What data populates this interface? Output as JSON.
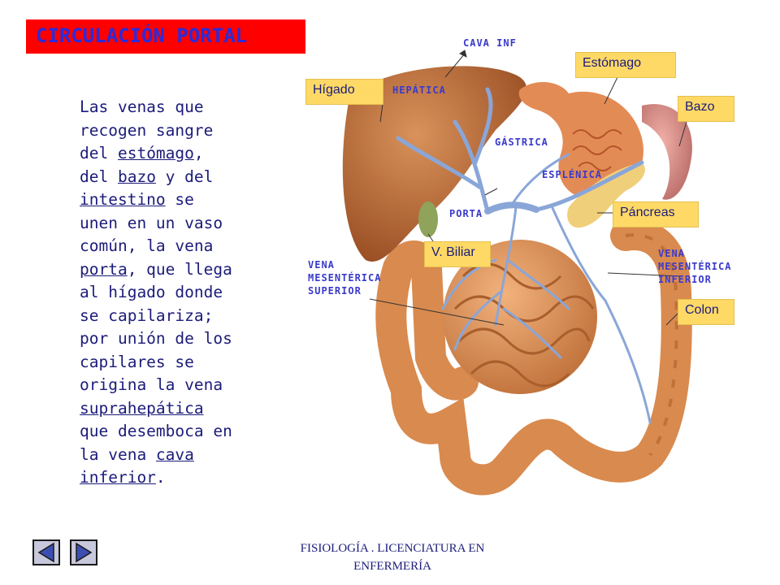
{
  "title": "CIRCULACIÓN PORTAL",
  "body": {
    "seg1": "Las venas que recogen sangre del ",
    "link_estomago": "estómago",
    "seg2": ", del  ",
    "link_bazo": "bazo",
    "seg3": " y del ",
    "link_intestino": "intestino",
    "seg4": " se unen en un vaso común, la vena ",
    "link_porta": "porta",
    "seg5": ", que llega al hígado donde se capilariza; por unión de los capilares se origina la vena ",
    "link_suprahepatica": "suprahepática",
    "seg6": " que desemboca en la vena ",
    "link_cava": "cava inferior",
    "seg7": "."
  },
  "labels": {
    "higado": "Hígado",
    "estomago": "Estómago",
    "bazo": "Bazo",
    "pancreas": "Páncreas",
    "v_biliar": "V. Biliar",
    "colon": "Colon"
  },
  "vessels": {
    "cava_inf": "CAVA INF",
    "hepatica": "HEPÁTICA",
    "gastrica": "GÁSTRICA",
    "esplenica": "ESPLÉNICA",
    "porta": "PORTA",
    "vena_ms_1": "VENA",
    "vena_ms_2": "MESENTÉRICA",
    "vena_ms_3": "SUPERIOR",
    "vena_mi_1": "VENA",
    "vena_mi_2": "MESENTÉRICA",
    "vena_mi_3": "INFERIOR"
  },
  "footer": {
    "line1": "FISIOLOGÍA . LICENCIATURA EN",
    "line2": "ENFERMERÍA"
  },
  "icons": {
    "prev": "triangle-left-icon",
    "next": "triangle-right-icon"
  },
  "colors": {
    "title_bg": "#ff0000",
    "title_text": "#2b2bd9",
    "label_bg": "#ffd966",
    "vessel_text": "#3a3acc"
  }
}
